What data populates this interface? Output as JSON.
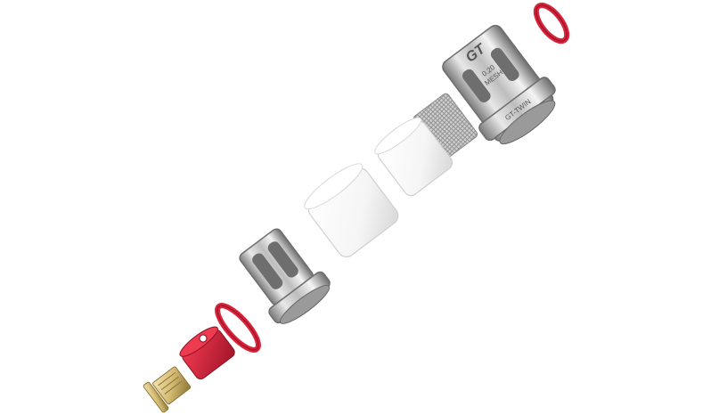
{
  "image": {
    "subject": "exploded view of a vape coil assembly",
    "colors": {
      "background": "#ffffff",
      "metal_light": "#f2f2f2",
      "metal_mid": "#b9b9b9",
      "metal_dark": "#6e6e6e",
      "red": "#d9253b",
      "red_dark": "#a3142a",
      "white_part": "#ffffff",
      "white_shade": "#dcdcdc",
      "gold": "#d9c387",
      "gold_dark": "#8c7433"
    },
    "engravings": {
      "top_cap_logo": "GT",
      "top_cap_line1": "0.20",
      "top_cap_line2": "MESH",
      "top_cap_line3": "GT-TWIN"
    }
  }
}
